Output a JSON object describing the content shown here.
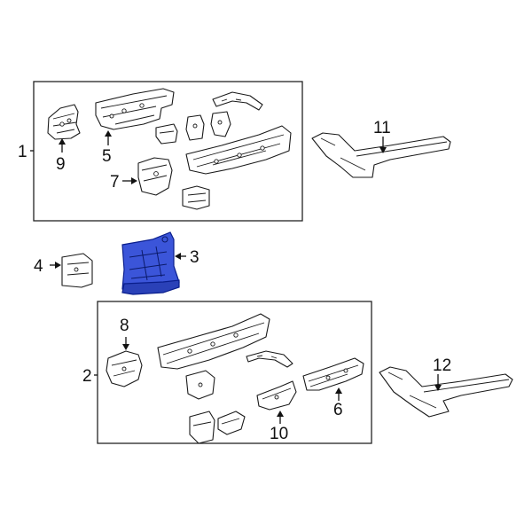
{
  "callouts": {
    "c1": "1",
    "c2": "2",
    "c3": "3",
    "c4": "4",
    "c5": "5",
    "c6": "6",
    "c7": "7",
    "c8": "8",
    "c9": "9",
    "c10": "10",
    "c11": "11",
    "c12": "12"
  },
  "colors": {
    "highlight": "#3b55d9",
    "highlight_dark": "#2a41b8",
    "line": "#1a1a1a"
  }
}
